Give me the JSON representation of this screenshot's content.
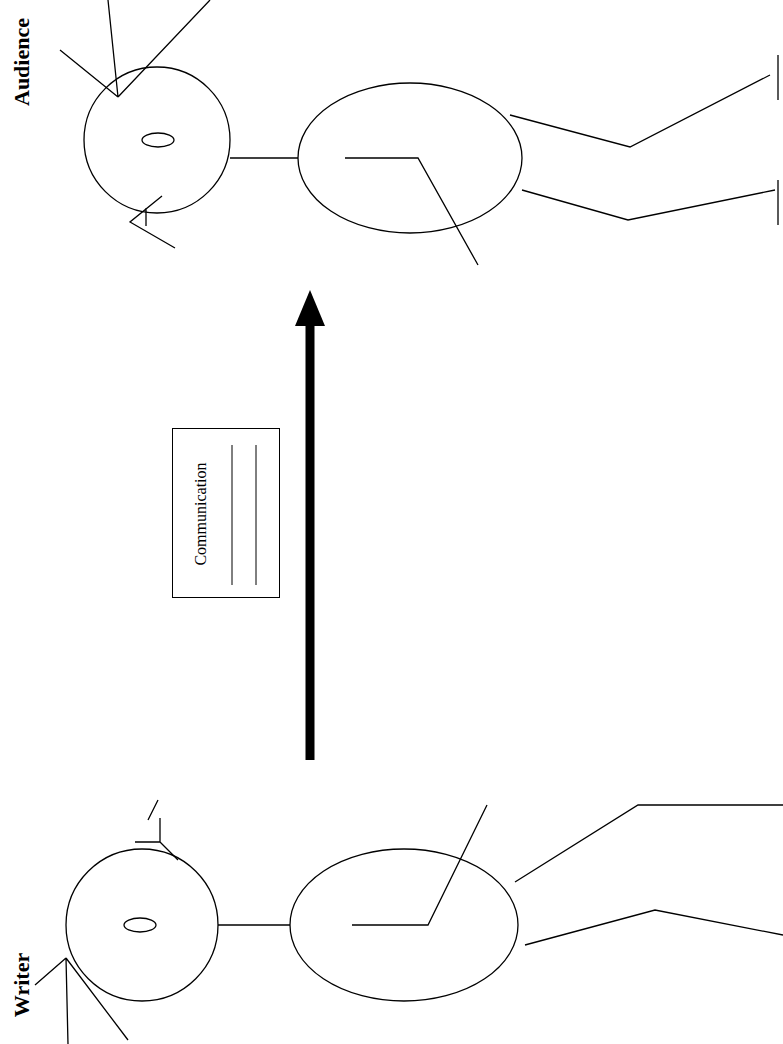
{
  "diagram": {
    "nodes": [
      {
        "text": [
          "Writer"
        ]
      },
      {
        "text": [
          "Communication"
        ]
      },
      {
        "text": [
          "Audience"
        ]
      }
    ],
    "edges": [
      {
        "from": 0,
        "to": 2,
        "arrow": "to"
      }
    ]
  }
}
